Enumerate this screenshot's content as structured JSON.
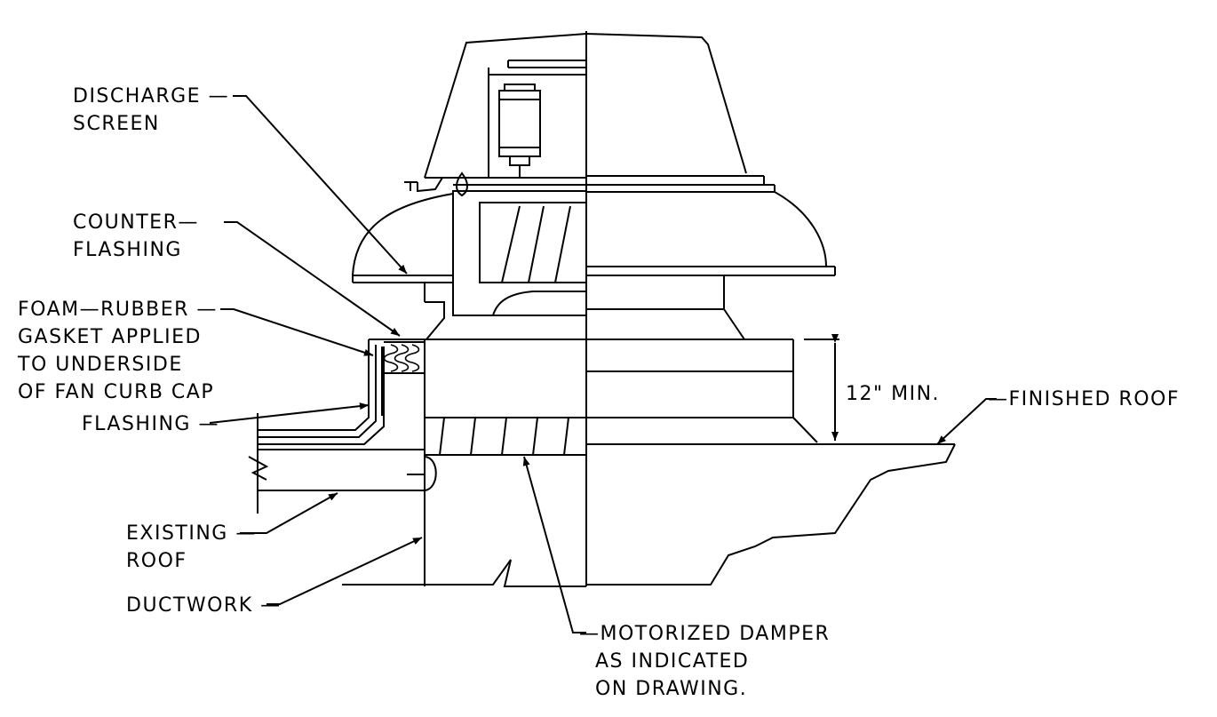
{
  "labels": {
    "discharge_screen": [
      "DISCHARGE —",
      "SCREEN"
    ],
    "counter_flashing": [
      "COUNTER—",
      "FLASHING"
    ],
    "foam_rubber_gasket": [
      "FOAM—RUBBER —",
      "GASKET APPLIED",
      "TO UNDERSIDE",
      "OF FAN CURB CAP"
    ],
    "flashing": "FLASHING —",
    "existing_roof": [
      "EXISTING —",
      "ROOF"
    ],
    "ductwork": "DUCTWORK —",
    "motorized_damper": [
      "—MOTORIZED DAMPER",
      "AS INDICATED",
      "ON DRAWING."
    ],
    "finished_roof": "—FINISHED ROOF",
    "dimension": "12\" MIN."
  },
  "colors": {
    "line": "#000000",
    "background": "#ffffff"
  }
}
